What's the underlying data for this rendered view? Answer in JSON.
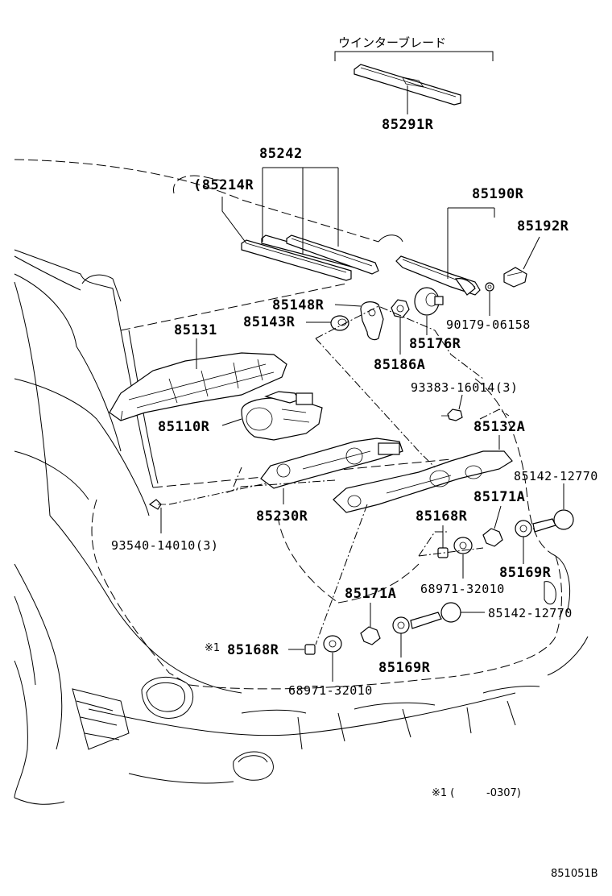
{
  "header_label": "ウインターブレード",
  "labels": {
    "p85291R": "85291R",
    "p85242": "85242",
    "p85214R": "(85214R",
    "p85190R": "85190R",
    "p85192R": "85192R",
    "p85148R": "85148R",
    "p85143R": "85143R",
    "p90179": "90179-06158",
    "p85176R": "85176R",
    "p85131": "85131",
    "p85186A": "85186A",
    "p93383": "93383-16014(3)",
    "p85110R": "85110R",
    "p85132A": "85132A",
    "p85142a": "85142-12770",
    "p85230R": "85230R",
    "p85171Aa": "85171A",
    "p93540": "93540-14010(3)",
    "p85168Ra": "85168R",
    "p68971a": "68971-32010",
    "p85169Ra": "85169R",
    "p85171Ab": "85171A",
    "p85142b": "85142-12770",
    "p85168Rb": "85168R",
    "p85169Rb": "85169R",
    "p68971b": "68971-32010"
  },
  "mark1": "※1",
  "footnote_mark": "※1 (",
  "footnote_value": "-0307)",
  "figure_code": "851051B"
}
